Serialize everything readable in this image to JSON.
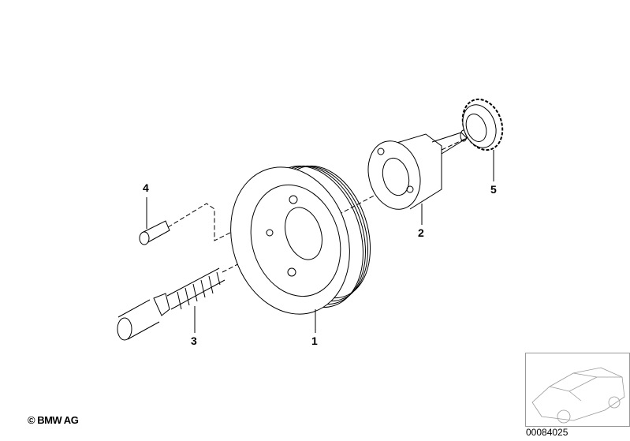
{
  "diagram": {
    "callouts": [
      {
        "id": "1",
        "label": "1"
      },
      {
        "id": "2",
        "label": "2"
      },
      {
        "id": "3",
        "label": "3"
      },
      {
        "id": "4",
        "label": "4"
      },
      {
        "id": "5",
        "label": "5"
      }
    ],
    "copyright": "© BMW AG",
    "image_code": "00084025",
    "line_color": "#000000"
  }
}
